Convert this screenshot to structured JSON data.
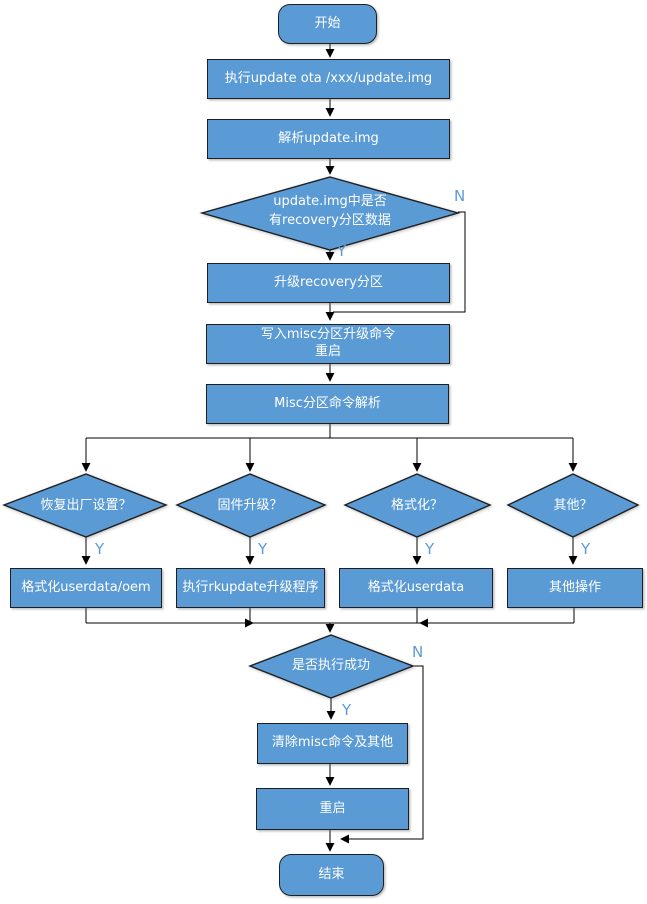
{
  "diagram": {
    "colors": {
      "node_fill": "#5B9BD5",
      "node_border": "#1f1f1f",
      "node_text": "#ffffff",
      "connector": "#000000",
      "edge_label": "#5B9BD5"
    },
    "nodes": {
      "start": "开始",
      "exec_update": "执行update ota /xxx/update.img",
      "parse_update": "解析update.img",
      "has_recovery_line1": "update.img中是否",
      "has_recovery_line2": "有recovery分区数据",
      "upgrade_recovery": "升级recovery分区",
      "write_misc_line1": "写入misc分区升级命令",
      "write_misc_line2": "重启",
      "misc_parse": "Misc分区命令解析",
      "factory_reset_q": "恢复出厂设置？",
      "firmware_q": "固件升级？",
      "format_q": "格式化？",
      "other_q": "其他？",
      "format_userdata_oem": "格式化userdata/oem",
      "run_rkupdate": "执行rkupdate升级程序",
      "format_userdata": "格式化userdata",
      "other_action": "其他操作",
      "success_q": "是否执行成功",
      "clear_misc": "清除misc命令及其他",
      "reboot": "重启",
      "end": "结束"
    },
    "edge_labels": {
      "yes": "Y",
      "no": "N"
    }
  }
}
